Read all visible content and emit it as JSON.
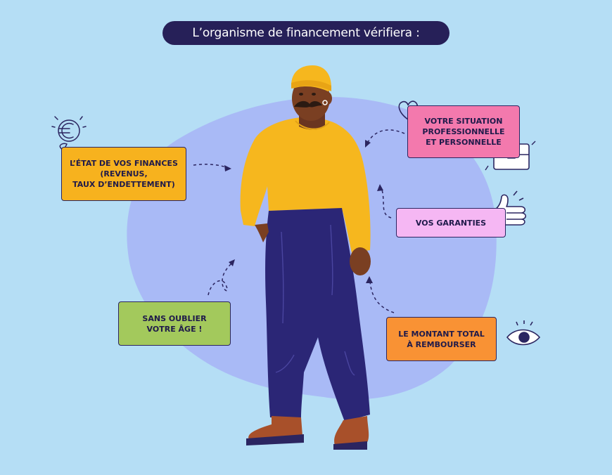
{
  "title": "L’organisme de financement vérifiera :",
  "cards": {
    "finances": "L’état de vos finances\n(revenus,\ntaux d’endettement)",
    "situation": "Votre situation\nprofessionnelle\net personnelle",
    "garanties": "Vos garanties",
    "age": "Sans oublier\nvotre âge !",
    "montant": "Le montant total\nà rembourser"
  },
  "icons": [
    "euro-coin-icon",
    "heart-icon",
    "briefcase-icon",
    "thumbs-up-icon",
    "eye-icon"
  ],
  "colors": {
    "background": "#b5def5",
    "blob": "#a9baf6",
    "title_pill": "#262058",
    "finances_card": "#f7b21e",
    "situation_card": "#f379ad",
    "garanties_card": "#f5b7f3",
    "age_card": "#a3c95c",
    "montant_card": "#f99234",
    "sweater": "#f6b71e",
    "pants": "#2b2676",
    "shoes": "#a8502a",
    "skin": "#7a3f22"
  }
}
